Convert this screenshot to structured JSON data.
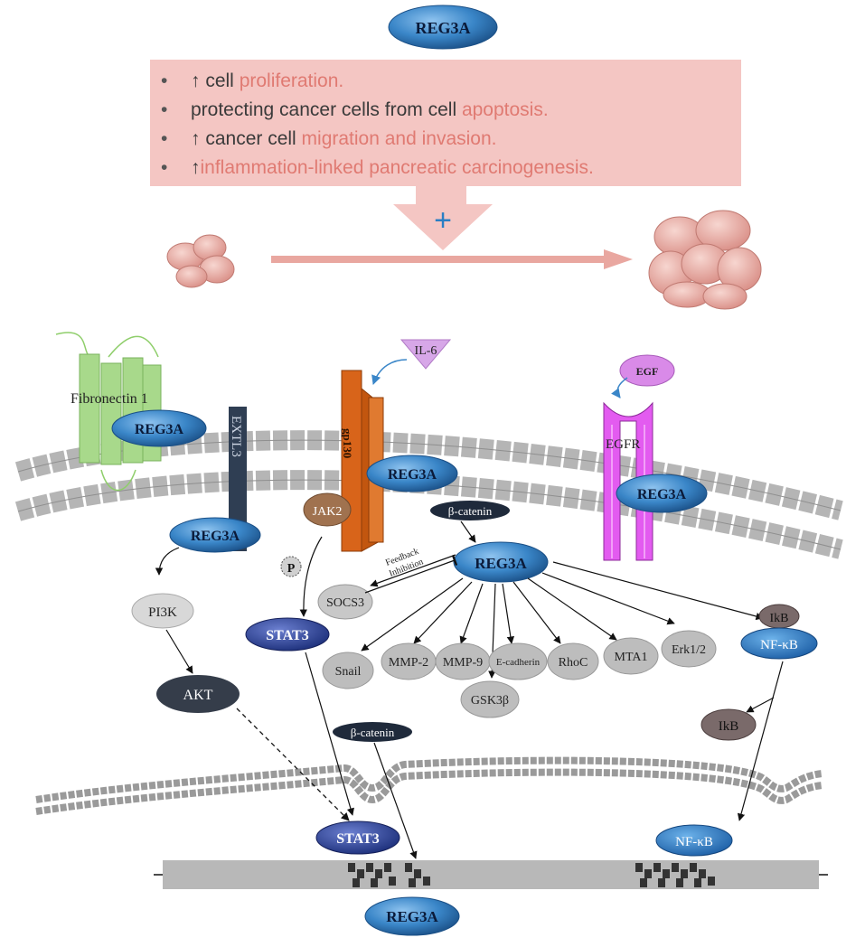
{
  "top_label": "REG3A",
  "effects": [
    {
      "pre": "↑ cell ",
      "hl": "proliferation."
    },
    {
      "pre": "protecting cancer cells from cell ",
      "hl": "apoptosis."
    },
    {
      "pre": "↑ cancer cell ",
      "hl": "migration and invasion."
    },
    {
      "pre": "↑",
      "hl": "inflammation-linked pancreatic carcinogenesis."
    }
  ],
  "plus_sign": "+",
  "membrane": {
    "fibronectin": "Fibronectin 1",
    "reg3a_fn": "REG3A",
    "extl3": "EXTL3",
    "reg3a_extl3": "REG3A",
    "il6": "IL-6",
    "gp130": "gp130",
    "reg3a_gp130": "REG3A",
    "jak2": "JAK2",
    "egf": "EGF",
    "egfr": "EGFR",
    "reg3a_egfr": "REG3A"
  },
  "cytoplasm": {
    "beta_catenin_top": "β-catenin",
    "reg3a_center": "REG3A",
    "feedback": "Feedback",
    "inhibition": "Inhibition",
    "p": "P",
    "socs3": "SOCS3",
    "pi3k": "PI3K",
    "akt": "AKT",
    "stat3": "STAT3",
    "targets": [
      "Snail",
      "MMP-2",
      "MMP-9",
      "E-cadherin",
      "RhoC",
      "MTA1",
      "Erk1/2"
    ],
    "gsk3b": "GSK3β",
    "ikb_top": "IkB",
    "nfkb": "NF-κB",
    "ikb_free": "IkB",
    "beta_catenin_bottom": "β-catenin"
  },
  "nucleus": {
    "stat3": "STAT3",
    "nfkb": "NF-κB",
    "reg3a": "REG3A"
  }
}
